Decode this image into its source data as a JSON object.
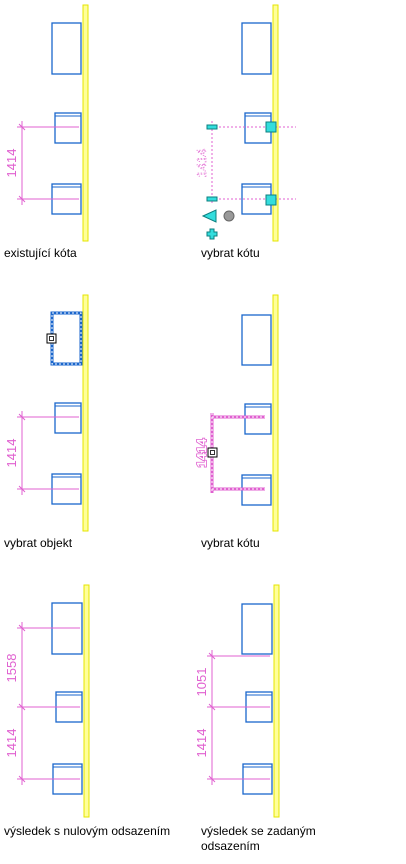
{
  "colors": {
    "wall_fill": "#ffff99",
    "wall_stroke": "#e6e600",
    "object": "#1a66cc",
    "dimension": "#e060d0",
    "grip_fill": "#33dddd",
    "grip_stroke": "#0b7f7f",
    "gray_tool": "#999999",
    "caption": "#000000"
  },
  "panels": [
    {
      "caption": "existující kóta",
      "dims": [
        "1414"
      ]
    },
    {
      "caption": "vybrat kótu",
      "dims": [
        "1414"
      ]
    },
    {
      "caption": "vybrat objekt",
      "dims": [
        "1414"
      ]
    },
    {
      "caption": "vybrat kótu",
      "dims": [
        "1414"
      ]
    },
    {
      "caption": "výsledek s nulovým odsazením",
      "dims": [
        "1558",
        "1414"
      ]
    },
    {
      "caption": "výsledek se zadaným",
      "caption2": "odsazením",
      "dims": [
        "1051",
        "1414"
      ]
    }
  ],
  "icons": [
    "grip-square-icon",
    "triangle-grip-icon",
    "circle-grip-icon",
    "plus-grip-icon",
    "minus-grip-icon",
    "object-grip-icon"
  ]
}
